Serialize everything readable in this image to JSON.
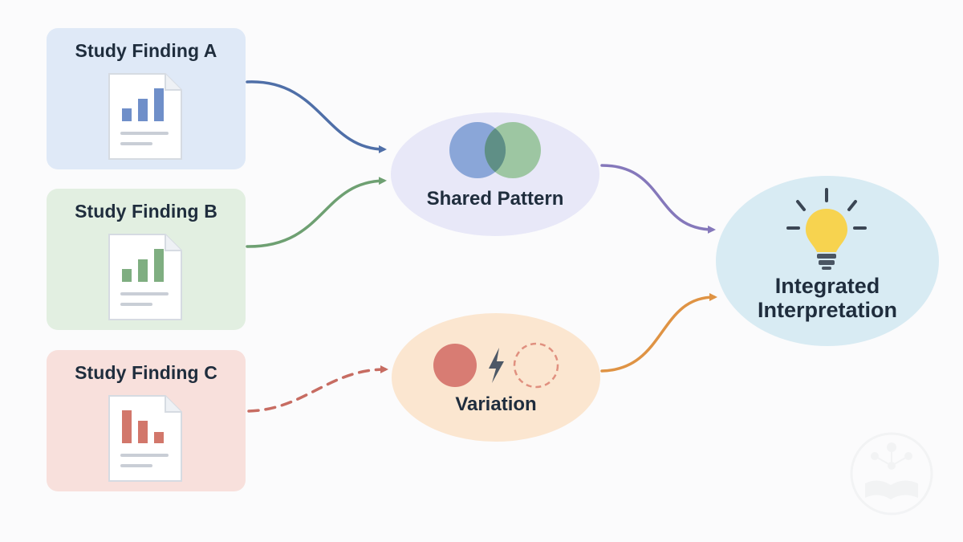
{
  "findings": [
    {
      "title": "Study Finding A",
      "color": "#6f8fc9"
    },
    {
      "title": "Study Finding B",
      "color": "#7fae81"
    },
    {
      "title": "Study Finding C",
      "color": "#d2776b"
    }
  ],
  "nodes": {
    "shared": {
      "label": "Shared Pattern",
      "circle_left_color": "#7f9fd4",
      "circle_right_color": "#8fc093"
    },
    "variation": {
      "label": "Variation",
      "solid_circle_color": "#d87c73",
      "dashed_circle_color": "#e0907f"
    },
    "integrated": {
      "label_line1": "Integrated",
      "label_line2": "Interpretation",
      "bulb_color": "#f7d34f"
    }
  },
  "arrows": {
    "a_to_shared": {
      "style": "solid",
      "color": "#4f6fa8"
    },
    "b_to_shared": {
      "style": "solid",
      "color": "#6ea072"
    },
    "c_to_variation": {
      "style": "dashed",
      "color": "#c76c62"
    },
    "shared_to_integrated": {
      "style": "solid",
      "color": "#8578bb"
    },
    "variation_to_integrated": {
      "style": "solid",
      "color": "#df9344"
    }
  },
  "watermark": {
    "icon": "book-network-logo"
  }
}
